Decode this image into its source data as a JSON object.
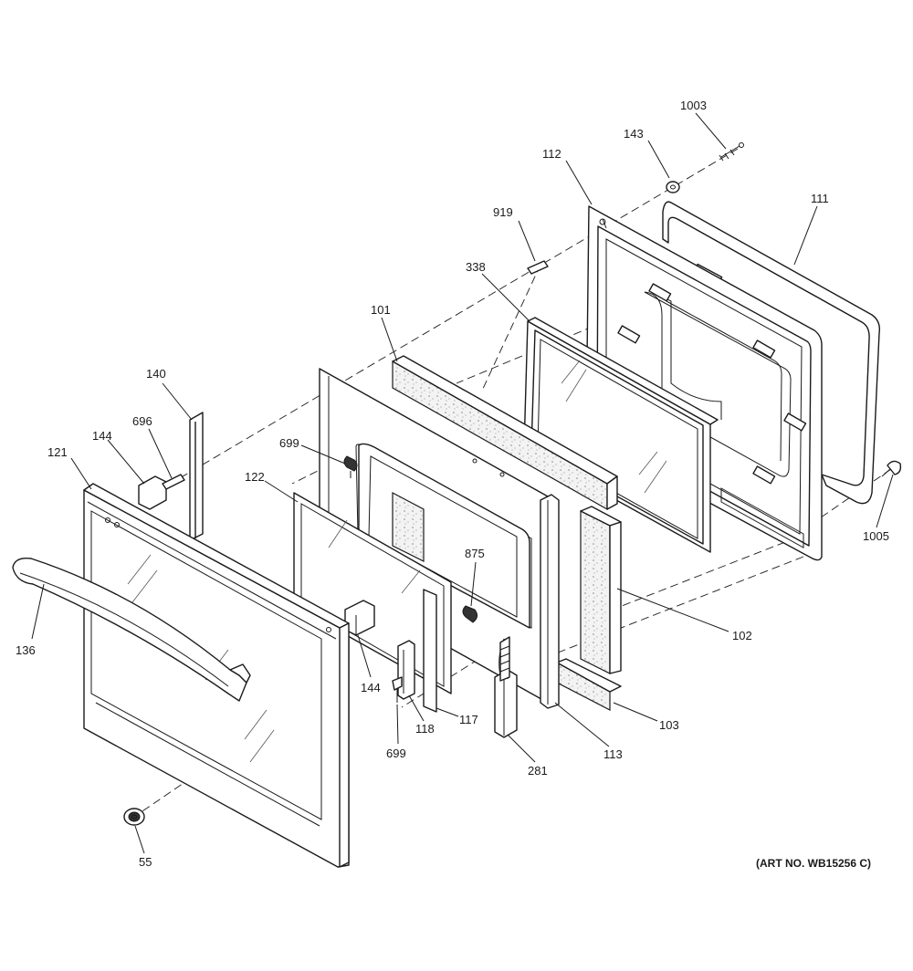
{
  "diagram": {
    "art_number": "(ART NO. WB15256 C)",
    "labels": {
      "p1003": "1003",
      "p143": "143",
      "p112": "112",
      "p111": "111",
      "p919": "919",
      "p338": "338",
      "p101": "101",
      "p140": "140",
      "p696": "696",
      "p144a": "144",
      "p121": "121",
      "p699a": "699",
      "p122": "122",
      "p875": "875",
      "p1005": "1005",
      "p102": "102",
      "p136": "136",
      "p144b": "144",
      "p118": "118",
      "p117": "117",
      "p103": "103",
      "p113": "113",
      "p699b": "699",
      "p281": "281",
      "p55": "55"
    }
  }
}
